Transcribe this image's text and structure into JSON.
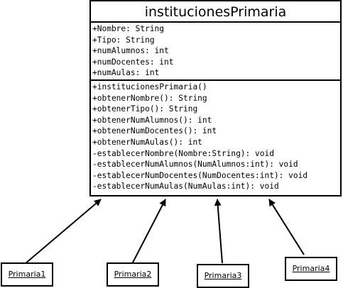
{
  "class": {
    "name": "institucionesPrimaria",
    "attributes": [
      "+Nombre: String",
      "+Tipo: String",
      "+numAlumnos: int",
      "+numDocentes: int",
      "+numAulas: int"
    ],
    "methods": [
      "+institucionesPrimaria()",
      "+obtenerNombre(): String",
      "+obtenerTipo(): String",
      "+obtenerNumAlumnos(): int",
      "+obtenerNumDocentes(): int",
      "+obtenerNumAulas(): int",
      "-establecerNombre(Nombre:String): void",
      "-establecerNumAlumnos(NumAlumnos:int): void",
      "-establecerNumDocentes(NumDocentes:int): void",
      "-establecerNumAulas(NumAulas:int): void"
    ]
  },
  "subclasses": [
    {
      "name": "Primaria1"
    },
    {
      "name": "Primaria2"
    },
    {
      "name": "Primaria3"
    },
    {
      "name": "Primaria4"
    }
  ]
}
